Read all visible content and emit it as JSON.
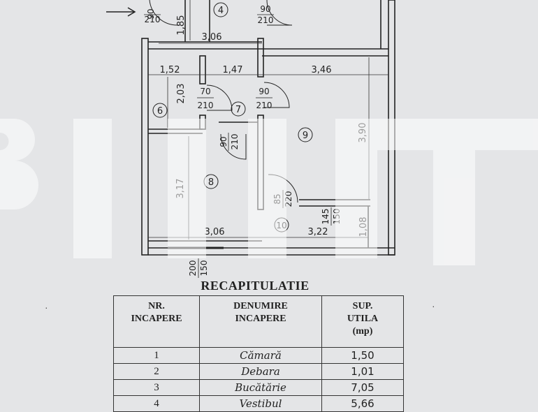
{
  "floor_plan": {
    "rooms": [
      "4",
      "6",
      "7",
      "8",
      "9",
      "10"
    ],
    "dimensions": [
      "1,85",
      "3,06",
      "1,52",
      "1,47",
      "3,46",
      "2,03",
      "3,90",
      "3,17",
      "3,06",
      "3,22",
      "1,08"
    ],
    "doors": [
      {
        "top": "90",
        "bottom": "210"
      },
      {
        "top": "90",
        "bottom": "210"
      },
      {
        "top": "70",
        "bottom": "210"
      },
      {
        "top": "90",
        "bottom": "210"
      },
      {
        "top": "90",
        "bottom": "210"
      },
      {
        "top": "85",
        "bottom": "220"
      },
      {
        "top": "145",
        "bottom": "150"
      },
      {
        "top": "200",
        "bottom": "150"
      }
    ]
  },
  "table": {
    "title": "RECAPITULATIE",
    "headers": [
      [
        "NR.",
        "INCAPERE"
      ],
      [
        "DENUMIRE",
        "INCAPERE"
      ],
      [
        "SUP.",
        "UTILA",
        "(mp)"
      ]
    ],
    "rows": [
      {
        "nr": "1",
        "name": "Cămară",
        "area": "1,50"
      },
      {
        "nr": "2",
        "name": "Debara",
        "area": "1,01"
      },
      {
        "nr": "3",
        "name": "Bucătărie",
        "area": "7,05"
      },
      {
        "nr": "4",
        "name": "Vestibul",
        "area": "5,66"
      }
    ]
  },
  "colors": {
    "paper": "#e4e5e7",
    "ink": "#222222",
    "watermark": "#ffffff"
  }
}
